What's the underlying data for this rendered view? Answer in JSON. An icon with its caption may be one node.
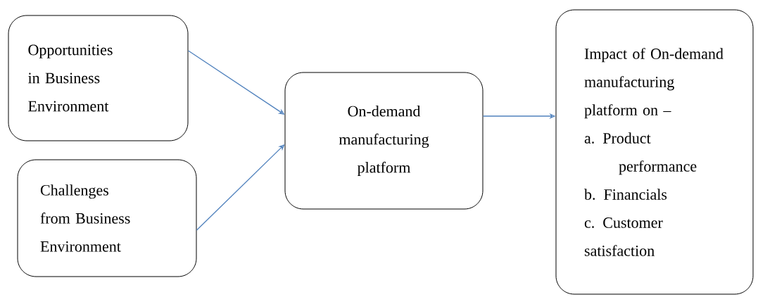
{
  "diagram": {
    "nodes": [
      {
        "text": [
          "Opportunities in Business Environment"
        ]
      },
      {
        "text": [
          "Challenges from Business Environment"
        ]
      },
      {
        "text": [
          "On-demand manufacturing platform"
        ]
      },
      {
        "text": [
          "Impact of On-demand manufacturing platform on –",
          "a. Product performance",
          "b. Financials",
          "c. Customer satisfaction"
        ]
      }
    ],
    "edges": [
      {
        "from": 0,
        "to": 2,
        "arrow": "to"
      },
      {
        "from": 1,
        "to": 2,
        "arrow": "to"
      },
      {
        "from": 2,
        "to": 3,
        "arrow": "to"
      }
    ]
  }
}
